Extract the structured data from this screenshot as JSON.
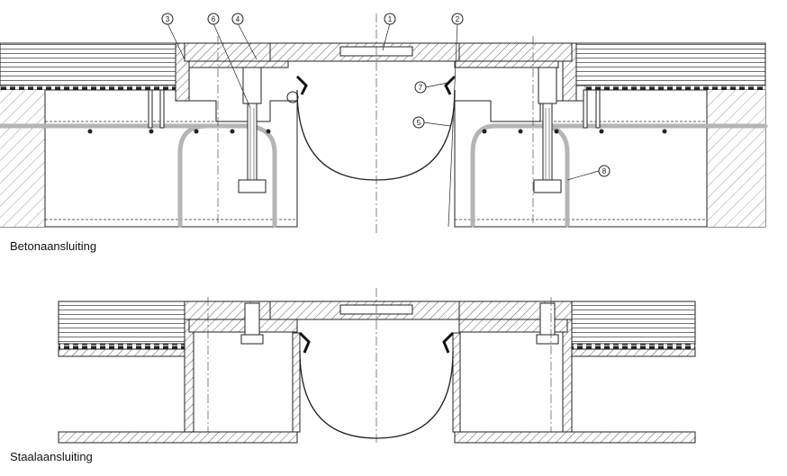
{
  "captions": {
    "concrete": "Betonaansluiting",
    "steel": "Staalaansluiting"
  },
  "callouts": [
    "1",
    "2",
    "3",
    "4",
    "5",
    "6",
    "7",
    "8"
  ]
}
